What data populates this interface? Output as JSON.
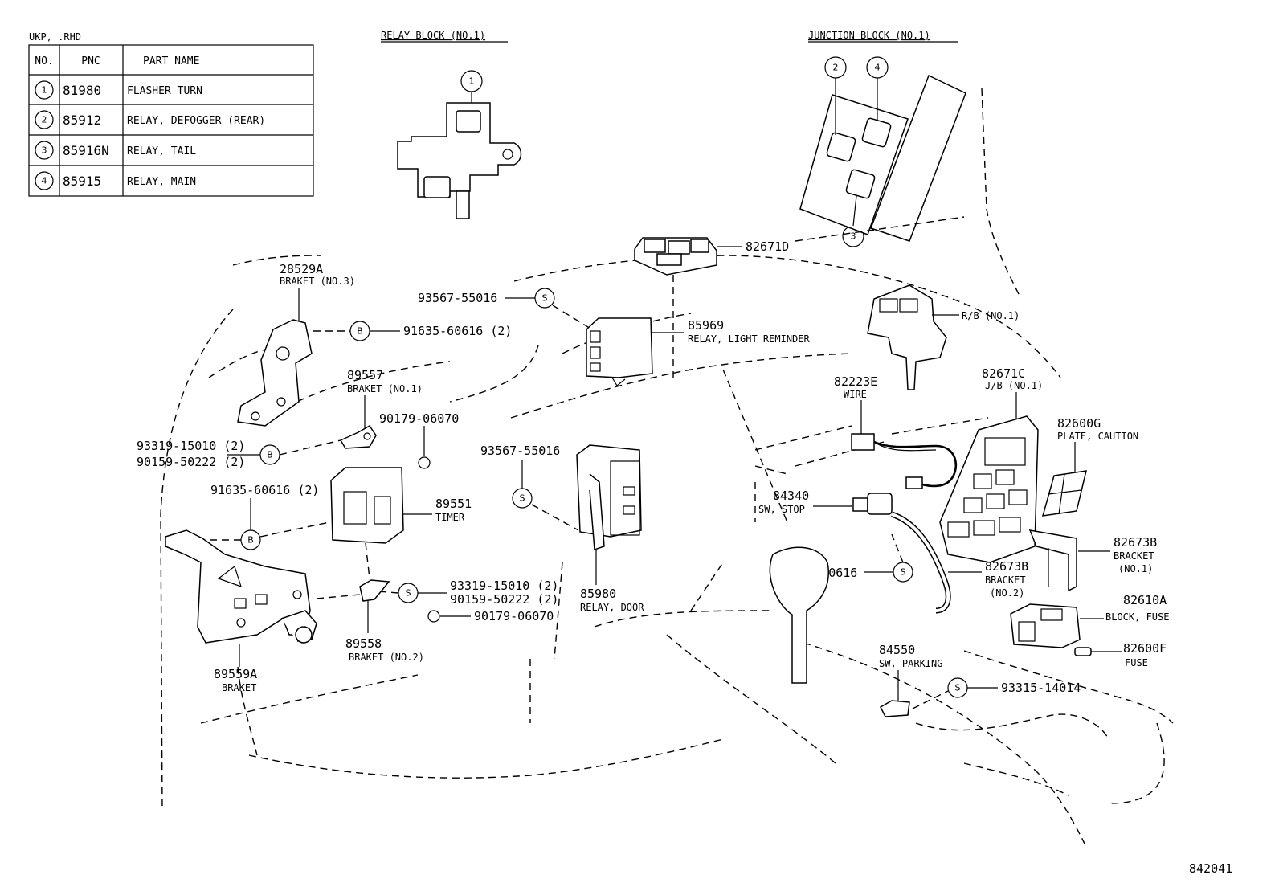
{
  "table": {
    "caption": "UKP, .RHD",
    "headers": [
      "NO.",
      "PNC",
      "PART NAME"
    ],
    "rows": [
      {
        "no": "1",
        "pnc": "81980",
        "name": "FLASHER TURN"
      },
      {
        "no": "2",
        "pnc": "85912",
        "name": "RELAY, DEFOGGER (REAR)"
      },
      {
        "no": "3",
        "pnc": "85916N",
        "name": "RELAY, TAIL"
      },
      {
        "no": "4",
        "pnc": "85915",
        "name": "RELAY, MAIN"
      }
    ]
  },
  "sections": {
    "relay_block": "RELAY BLOCK (NO.1)",
    "junction_block": "JUNCTION BLOCK (NO.1)"
  },
  "callouts": {
    "c1": "1",
    "c2": "2",
    "c3": "3",
    "c4": "4",
    "S": "S",
    "B": "B"
  },
  "parts": {
    "p82671D": {
      "pn": "82671D"
    },
    "p28529A": {
      "pn": "28529A",
      "desc": "BRAKET (NO.3)"
    },
    "p93567a": {
      "pn": "93567-55016"
    },
    "p91635a": {
      "pn": "91635-60616 (2)"
    },
    "p85969": {
      "pn": "85969",
      "desc": "RELAY, LIGHT REMINDER"
    },
    "pRB": {
      "pn": "R/B (NO.1)"
    },
    "p89557": {
      "pn": "89557",
      "desc": "BRAKET (NO.1)"
    },
    "p90179a": {
      "pn": "90179-06070"
    },
    "p82223E": {
      "pn": "82223E",
      "desc": "WIRE"
    },
    "p82671C": {
      "pn": "82671C",
      "desc": "J/B (NO.1)"
    },
    "p93319a": {
      "pn": "93319-15010 (2)"
    },
    "p90159a": {
      "pn": "90159-50222 (2)"
    },
    "p93567b": {
      "pn": "93567-55016"
    },
    "p82600G": {
      "pn": "82600G",
      "desc": "PLATE, CAUTION"
    },
    "p91635b": {
      "pn": "91635-60616 (2)"
    },
    "p89551": {
      "pn": "89551",
      "desc": "TIMER"
    },
    "p84340": {
      "pn": "84340",
      "desc": "SW, STOP"
    },
    "p82673B1": {
      "pn": "82673B",
      "desc": "BRACKET",
      "desc2": "(NO.1)"
    },
    "p91651": {
      "pn": "91651-40616"
    },
    "p82673B2": {
      "pn": "82673B",
      "desc": "BRACKET",
      "desc2": "(NO.2)"
    },
    "p93319b": {
      "pn": "93319-15010 (2)"
    },
    "p90159b": {
      "pn": "90159-50222 (2)"
    },
    "p85980": {
      "pn": "85980",
      "desc": "RELAY, DOOR"
    },
    "p90179b": {
      "pn": "90179-06070"
    },
    "p82610A": {
      "pn": "82610A",
      "desc": "BLOCK, FUSE"
    },
    "p89558": {
      "pn": "89558",
      "desc": "BRAKET (NO.2)"
    },
    "p82600F": {
      "pn": "82600F",
      "desc": "FUSE"
    },
    "p84550": {
      "pn": "84550",
      "desc": "SW, PARKING"
    },
    "p89559A": {
      "pn": "89559A",
      "desc": "BRAKET"
    },
    "p93315": {
      "pn": "93315-14014"
    }
  },
  "diagram_id": "842041"
}
